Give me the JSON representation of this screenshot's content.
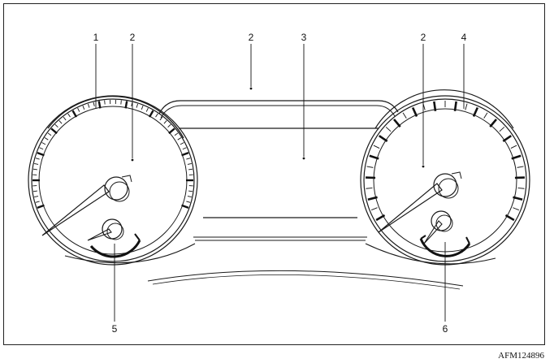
{
  "callouts": [
    "1",
    "2",
    "2",
    "3",
    "2",
    "4",
    "5",
    "6"
  ],
  "reference_code": "AFM124896"
}
